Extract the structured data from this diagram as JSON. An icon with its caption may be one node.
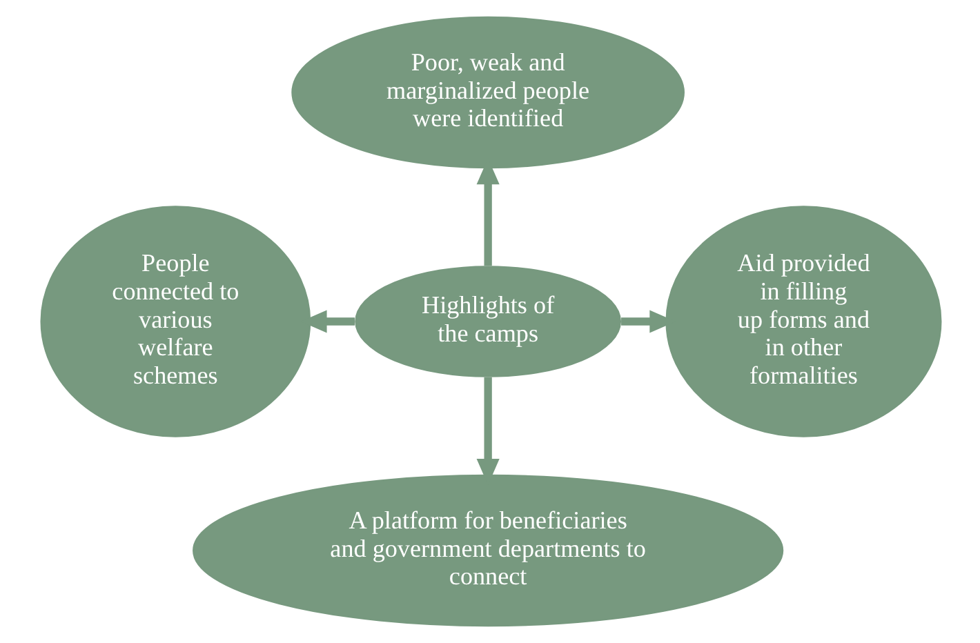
{
  "diagram": {
    "nodes": [
      {
        "text": [
          "Poor, weak and marginalized people were identified"
        ]
      },
      {
        "text": [
          "People connected to various welfare schemes"
        ]
      },
      {
        "text": [
          "Highlights of the camps"
        ]
      },
      {
        "text": [
          "Aid provided in filling up forms and in other formalities"
        ]
      },
      {
        "text": [
          "A platform for beneficiaries and government departments to connect"
        ]
      }
    ],
    "edges": [
      {
        "from": 2,
        "to": 0,
        "arrow": "to"
      },
      {
        "from": 2,
        "to": 1,
        "arrow": "to"
      },
      {
        "from": 2,
        "to": 3,
        "arrow": "to"
      },
      {
        "from": 2,
        "to": 4,
        "arrow": "to"
      }
    ]
  }
}
